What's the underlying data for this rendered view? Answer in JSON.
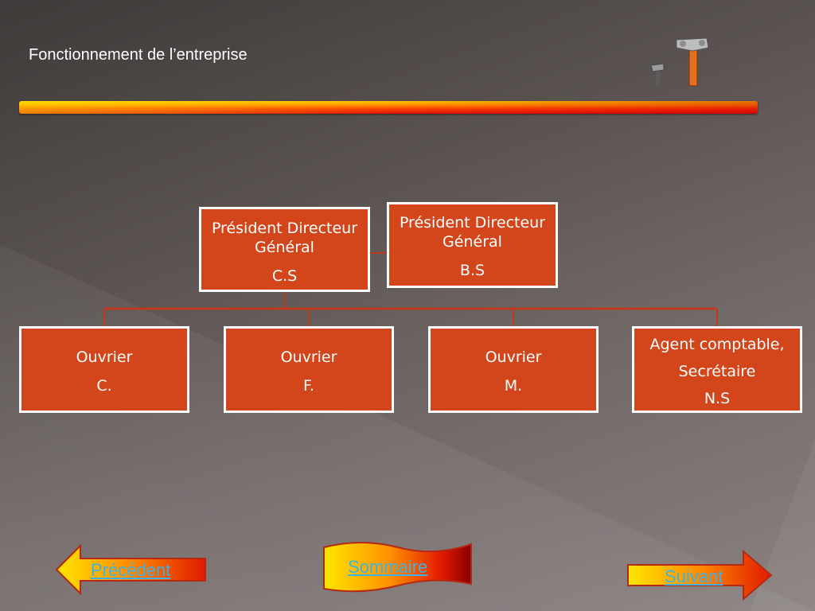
{
  "slide": {
    "title": "Fonctionnement de l’entreprise"
  },
  "org_chart": {
    "top": [
      {
        "role_line1": "Président Directeur",
        "role_line2": "Général",
        "initials": "C.S"
      },
      {
        "role_line1": "Président Directeur",
        "role_line2": "Général",
        "initials": "B.S"
      }
    ],
    "staff": [
      {
        "role": "Ouvrier",
        "initials": "C."
      },
      {
        "role": "Ouvrier",
        "initials": "F."
      },
      {
        "role": "Ouvrier",
        "initials": "M."
      },
      {
        "role_line1": "Agent comptable,",
        "role_line2": "Secrétaire",
        "initials": "N.S"
      }
    ]
  },
  "nav": {
    "previous": "Précédent",
    "summary": "Sommaire",
    "next": "Suivant"
  },
  "colors": {
    "box_fill": "#d3461b",
    "box_border": "#ffffff",
    "connector": "#c0391b",
    "link_text": "#3bb3e8"
  },
  "icons": {
    "decoration": "hammer-tools-icon"
  }
}
